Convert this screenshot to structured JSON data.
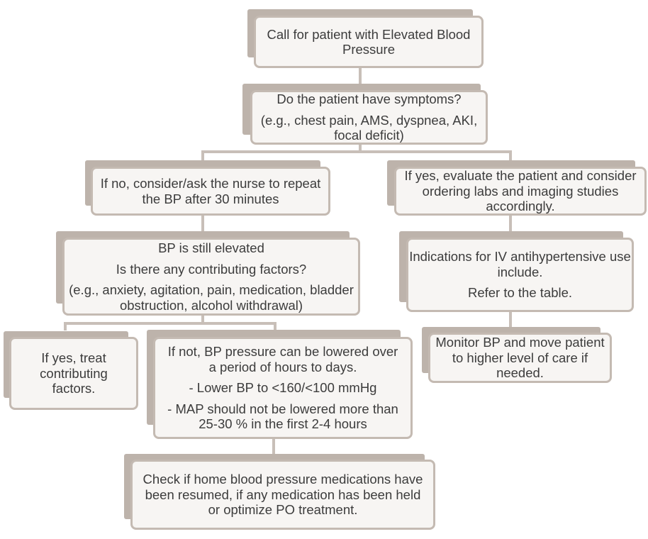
{
  "nodes": {
    "start": {
      "lines": [
        "Call for patient with Elevated Blood Pressure"
      ]
    },
    "symptoms": {
      "lines": [
        "Do the patient have symptoms?",
        "(e.g., chest pain, AMS, dyspnea, AKI, focal deficit)"
      ]
    },
    "no_symptoms": {
      "lines": [
        "If no, consider/ask the nurse to repeat the BP after 30 minutes"
      ]
    },
    "yes_symptoms": {
      "lines": [
        "If yes, evaluate the patient and consider ordering labs and imaging studies accordingly."
      ]
    },
    "still_elevated": {
      "lines": [
        "BP is still elevated",
        "Is there any contributing factors?",
        "(e.g., anxiety, agitation, pain, medication, bladder obstruction, alcohol withdrawal)"
      ]
    },
    "iv_indications": {
      "lines": [
        "Indications for IV antihypertensive use include.",
        "Refer to the table."
      ]
    },
    "treat_factors": {
      "lines": [
        "If yes, treat contributing factors."
      ]
    },
    "lower_bp": {
      "lines": [
        "If not, BP pressure can be lowered over a period of hours to days.",
        "- Lower BP to <160/<100 mmHg",
        "- MAP should not be lowered more than 25-30 % in the first 2-4 hours"
      ]
    },
    "monitor": {
      "lines": [
        "Monitor BP and move patient to higher level of care if needed."
      ]
    },
    "home_meds": {
      "lines": [
        "Check if home blood pressure medications have been resumed, if any medication has been held or optimize PO treatment."
      ]
    }
  }
}
